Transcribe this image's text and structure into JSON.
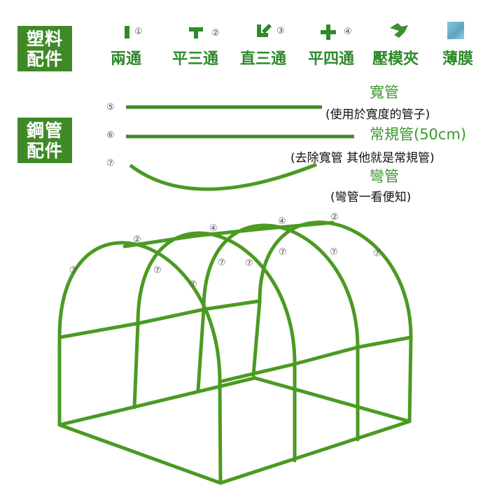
{
  "plastic_box": {
    "line1": "塑料",
    "line2": "配件"
  },
  "steel_box": {
    "line1": "鋼管",
    "line2": "配件"
  },
  "plastic_parts": [
    {
      "num": "①",
      "label": "兩通",
      "icon": "straight-connector-icon"
    },
    {
      "num": "②",
      "label": "平三通",
      "icon": "t-connector-icon"
    },
    {
      "num": "③",
      "label": "直三通",
      "icon": "corner-connector-icon"
    },
    {
      "num": "④",
      "label": "平四通",
      "icon": "cross-connector-icon"
    },
    {
      "label": "壓模夾",
      "icon": "clip-icon"
    },
    {
      "label": "薄膜",
      "icon": "film-icon"
    }
  ],
  "steel_parts": [
    {
      "num": "⑤",
      "name": "寬管",
      "desc": "(使用於寬度的管子)"
    },
    {
      "num": "⑥",
      "name": "常規管(50cm)",
      "desc": "(去除寬管 其他就是常規管)"
    },
    {
      "num": "⑦",
      "name": "彎管",
      "desc": "(彎管一看便知)"
    }
  ],
  "frame_labels": [
    "②",
    "④",
    "④",
    "②",
    "⑦",
    "⑦",
    "⑦",
    "⑦",
    "⑦",
    "⑦",
    "⑦",
    "⑦"
  ],
  "colors": {
    "pipe": "#4b9a22",
    "box": "#3f8a26",
    "label_green": "#3a9a2c"
  }
}
